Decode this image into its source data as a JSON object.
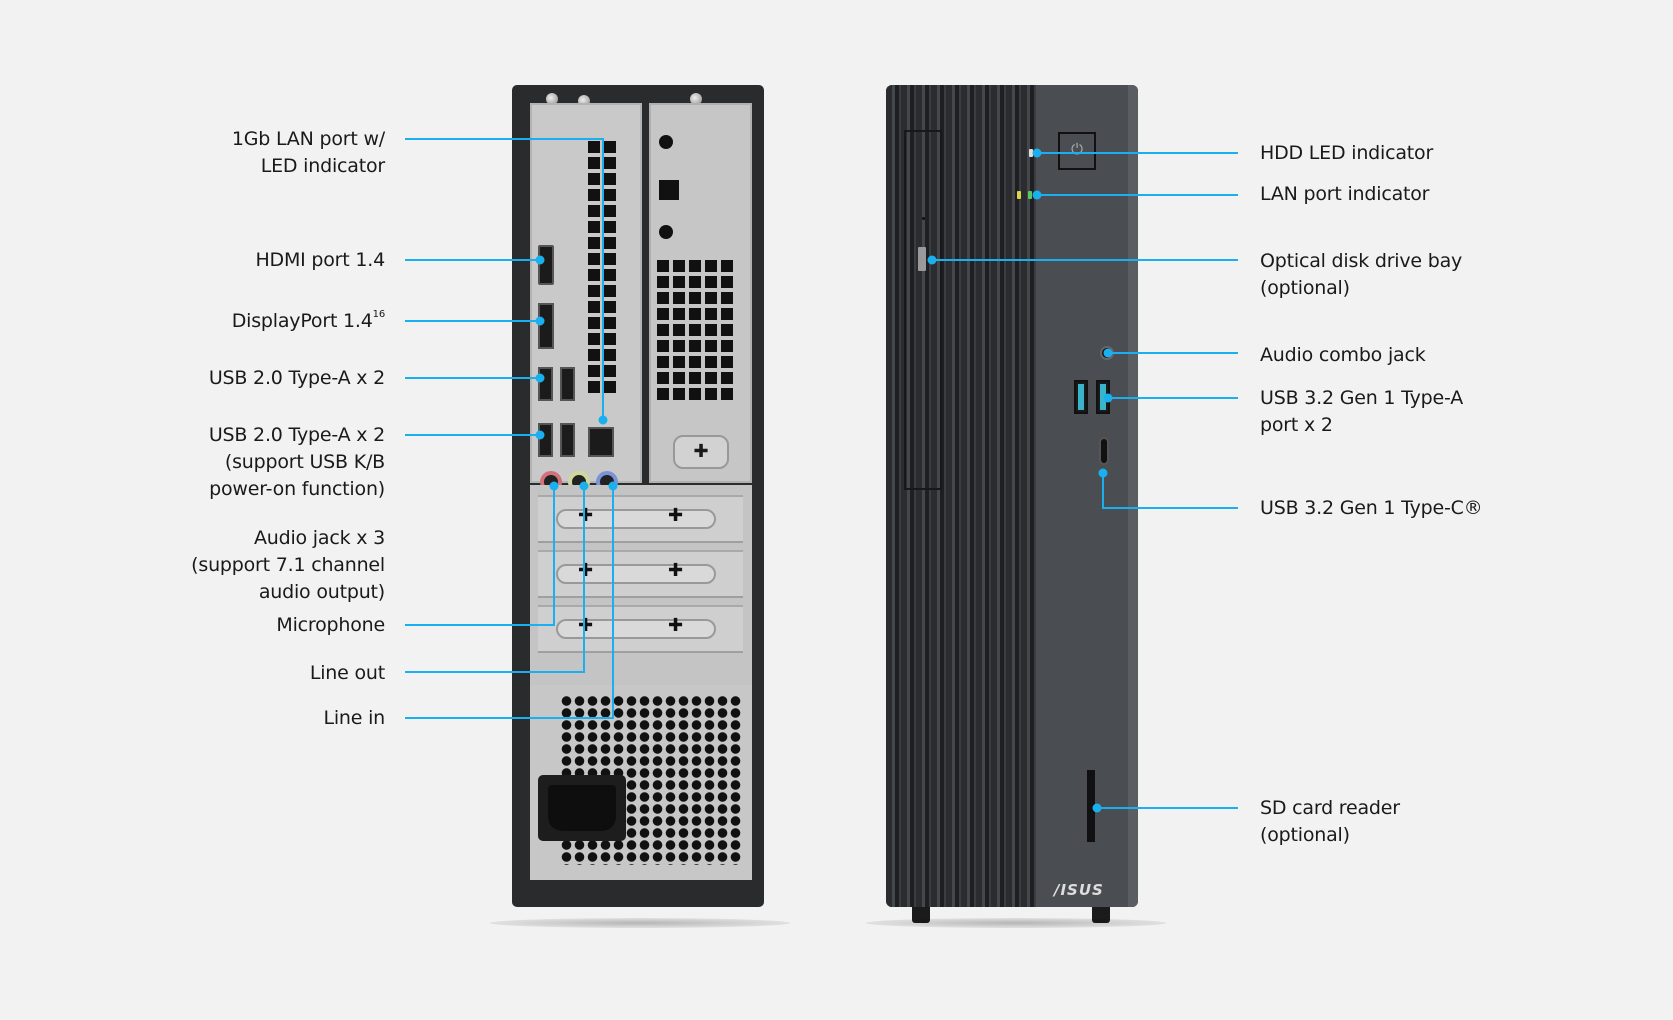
{
  "colors": {
    "background": "#f2f2f2",
    "leader_line": "#1ab0f0",
    "text": "#1a1a1a",
    "chassis": "#2a2b2d",
    "front_panel": "#4a4d52"
  },
  "back_view": {
    "title": "Rear view",
    "labels": [
      {
        "id": "lan",
        "lines": [
          "1Gb LAN port w/",
          "LED indicator"
        ]
      },
      {
        "id": "hdmi",
        "lines": [
          "HDMI port 1.4"
        ]
      },
      {
        "id": "displayport",
        "lines": [
          "DisplayPort 1.4"
        ],
        "superscript": "16"
      },
      {
        "id": "usb20-a",
        "lines": [
          "USB 2.0 Type-A x 2"
        ]
      },
      {
        "id": "usb20-b",
        "lines": [
          "USB 2.0 Type-A x 2",
          "(support USB K/B",
          "power-on function)"
        ]
      },
      {
        "id": "audio-jacks",
        "lines": [
          "Audio jack x 3",
          "(support 7.1 channel",
          "audio output)"
        ]
      },
      {
        "id": "microphone",
        "lines": [
          "Microphone"
        ]
      },
      {
        "id": "line-out",
        "lines": [
          "Line out"
        ]
      },
      {
        "id": "line-in",
        "lines": [
          "Line in"
        ]
      }
    ]
  },
  "front_view": {
    "title": "Front view",
    "brand": "/ISUS",
    "labels": [
      {
        "id": "hdd-led",
        "lines": [
          "HDD LED indicator"
        ]
      },
      {
        "id": "lan-led",
        "lines": [
          "LAN port indicator"
        ]
      },
      {
        "id": "odd",
        "lines": [
          "Optical disk drive bay",
          "(optional)"
        ]
      },
      {
        "id": "audio-combo",
        "lines": [
          "Audio combo jack"
        ]
      },
      {
        "id": "usb32-a",
        "lines": [
          "USB 3.2 Gen 1 Type-A",
          "port x 2"
        ]
      },
      {
        "id": "usb32-c",
        "lines": [
          "USB 3.2 Gen 1 Type-C®"
        ]
      },
      {
        "id": "sd",
        "lines": [
          "SD card reader",
          "(optional)"
        ]
      }
    ]
  },
  "icons": {
    "power": "⏻",
    "cross": "✚"
  }
}
